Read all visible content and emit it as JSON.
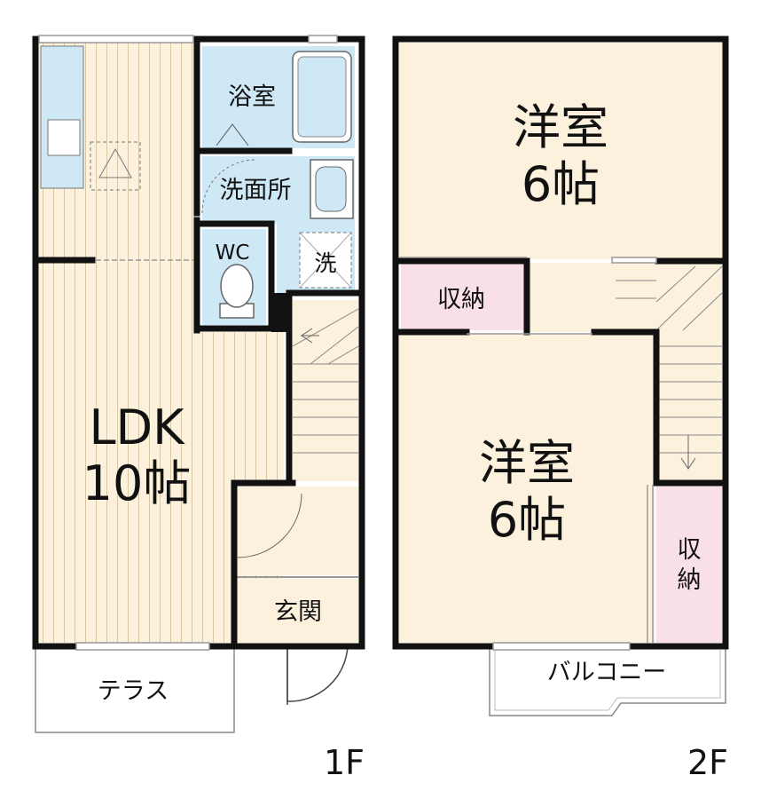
{
  "floor1": {
    "floor_label": "1F",
    "ldk_name": "LDK",
    "ldk_size": "10帖",
    "bath": "浴室",
    "washroom": "洗面所",
    "wc": "WC",
    "laundry": "洗",
    "entrance": "玄関",
    "terrace": "テラス"
  },
  "floor2": {
    "floor_label": "2F",
    "room_top_name": "洋室",
    "room_top_size": "6帖",
    "room_bottom_name": "洋室",
    "room_bottom_size": "6帖",
    "storage_left": "収納",
    "storage_right_top": "収",
    "storage_right_bottom": "納",
    "balcony": "バルコニー"
  },
  "colors": {
    "wall": "#111111",
    "floor_wood": "#fbf1dc",
    "wet_area": "#cfe8f6",
    "storage": "#f9dfea",
    "grain_line": "#d9c7a5"
  }
}
